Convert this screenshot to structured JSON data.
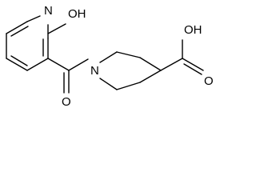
{
  "diagram": {
    "background_color": "#ffffff",
    "line_color": "#000000",
    "atoms": {
      "pyridine_nitrogen": "N",
      "hydroxyl": "OH",
      "carbonyl_oxygen": "O",
      "piperidine_nitrogen": "N",
      "carboxylic_acid_hydroxyl": "OH",
      "carboxylic_acid_oxygen": "O"
    }
  }
}
